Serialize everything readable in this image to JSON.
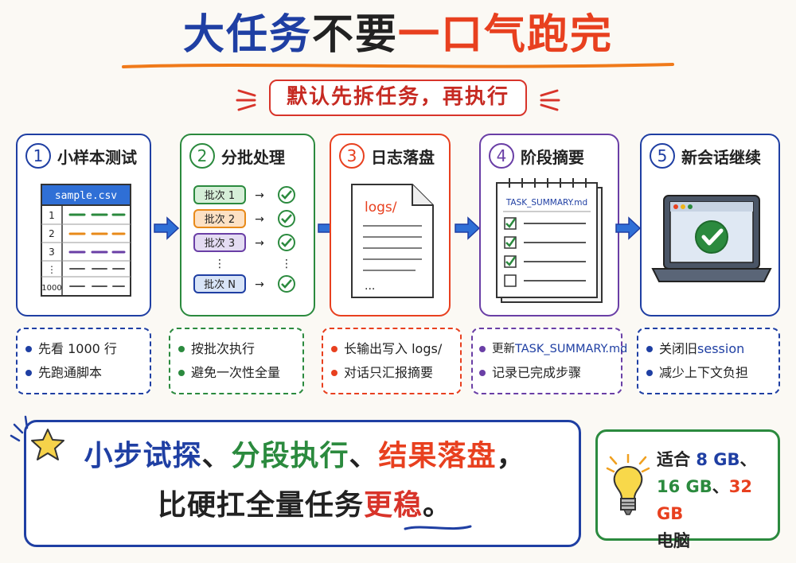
{
  "title": {
    "part1": "大任务",
    "part2": "不要",
    "part3": "一口气跑完"
  },
  "subtitle": "默认先拆任务，再执行",
  "colors": {
    "blue": "#1f3fa3",
    "green": "#2b8a3e",
    "orange": "#e8401f",
    "purple": "#6a3fa6",
    "red": "#d8342a"
  },
  "steps": [
    {
      "num": "1",
      "title": "小样本测试",
      "color": "#1f3fa3",
      "illus": {
        "file": "sample.csv",
        "rows": [
          "1",
          "2",
          "3",
          "⋮",
          "1000"
        ]
      }
    },
    {
      "num": "2",
      "title": "分批处理",
      "color": "#2b8a3e",
      "illus": {
        "batches": [
          "批次 1",
          "批次 2",
          "批次 3",
          "⋮",
          "批次 N"
        ]
      }
    },
    {
      "num": "3",
      "title": "日志落盘",
      "color": "#e8401f",
      "illus": {
        "folder": "logs/",
        "more": "..."
      }
    },
    {
      "num": "4",
      "title": "阶段摘要",
      "color": "#6a3fa6",
      "illus": {
        "file": "TASK_SUMMARY.md"
      }
    },
    {
      "num": "5",
      "title": "新会话继续",
      "color": "#1f3fa3",
      "illus": {}
    }
  ],
  "notes": [
    {
      "items": [
        {
          "pre": "先看 1000 行",
          "hl": ""
        },
        {
          "pre": "先跑通脚本",
          "hl": ""
        }
      ]
    },
    {
      "items": [
        {
          "pre": "按批次执行",
          "hl": ""
        },
        {
          "pre": "避免一次性全量",
          "hl": ""
        }
      ]
    },
    {
      "items": [
        {
          "pre": "长输出写入 logs/",
          "hl": ""
        },
        {
          "pre": "对话只汇报摘要",
          "hl": ""
        }
      ]
    },
    {
      "items": [
        {
          "pre": "更新 ",
          "hl": "TASK_SUMMARY.md"
        },
        {
          "pre": "记录已完成步骤",
          "hl": ""
        }
      ]
    },
    {
      "items": [
        {
          "pre": "关闭旧 ",
          "hl": "session"
        },
        {
          "pre": "减少上下文负担",
          "hl": ""
        }
      ]
    }
  ],
  "summary": {
    "p1": "小步试探",
    "sep1": "、",
    "p2": "分段执行",
    "sep2": "、",
    "p3": "结果落盘",
    "end1": "，",
    "l2a": "比硬扛全量任务",
    "l2b": "更稳",
    "end2": "。"
  },
  "fit": {
    "line1a": "适合 ",
    "line1b": "8 GB",
    "line1c": "、",
    "line2a": "16 GB",
    "line2b": "、",
    "line2c": "32 GB",
    "line3": "电脑"
  },
  "icons": [
    "checkmark-icon",
    "arrow-right-icon",
    "star-icon",
    "lightbulb-icon",
    "laptop-icon",
    "document-icon",
    "notepad-icon"
  ]
}
